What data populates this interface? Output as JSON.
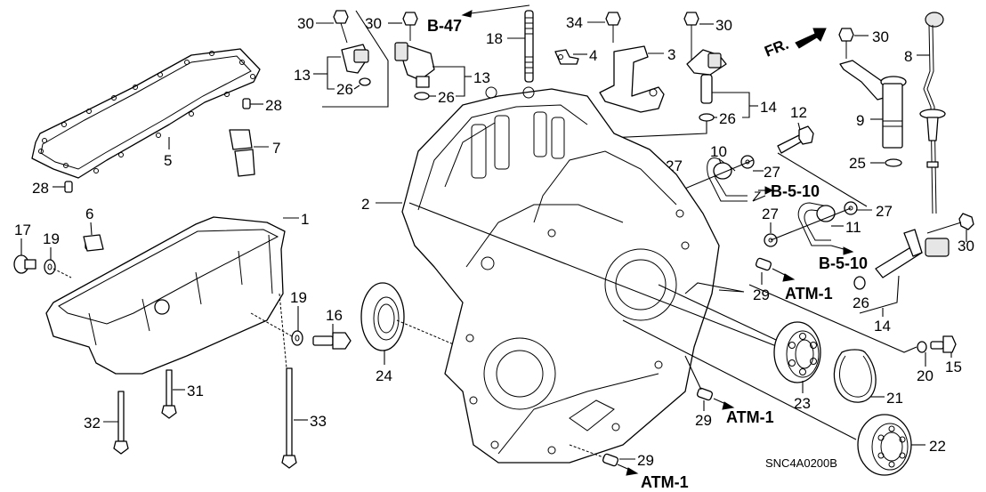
{
  "diagram": {
    "title_code": "SNC4A0200B",
    "front_label": "FR.",
    "references": {
      "b47": "B-47",
      "b510_upper": "B-5-10",
      "b510_lower": "B-5-10",
      "atm1_right": "ATM-1",
      "atm1_middle": "ATM-1",
      "atm1_bottom": "ATM-1"
    },
    "callouts": {
      "c1": "1",
      "c2": "2",
      "c3": "3",
      "c4": "4",
      "c5": "5",
      "c6": "6",
      "c7": "7",
      "c8": "8",
      "c9": "9",
      "c10": "10",
      "c11": "11",
      "c12": "12",
      "c13a": "13",
      "c13b": "13",
      "c14a": "14",
      "c14b": "14",
      "c15": "15",
      "c16": "16",
      "c17": "17",
      "c18": "18",
      "c19a": "19",
      "c19b": "19",
      "c20": "20",
      "c21": "21",
      "c22": "22",
      "c23": "23",
      "c24": "24",
      "c25": "25",
      "c26a": "26",
      "c26b": "26",
      "c26c": "26",
      "c26d": "26",
      "c27a": "27",
      "c27b": "27",
      "c27c": "27",
      "c27d": "27",
      "c28a": "28",
      "c28b": "28",
      "c29a": "29",
      "c29b": "29",
      "c29c": "29",
      "c30a": "30",
      "c30b": "30",
      "c30c": "30",
      "c30d": "30",
      "c30e": "30",
      "c31": "31",
      "c32": "32",
      "c33": "33",
      "c34": "34"
    }
  }
}
